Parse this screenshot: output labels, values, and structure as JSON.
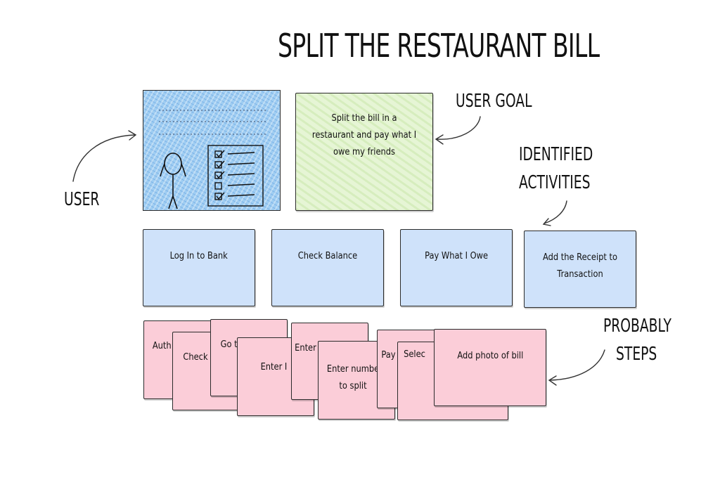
{
  "title": "Split The Restaurant Bill",
  "labels": {
    "user": "User",
    "user_goal": "User Goal",
    "identified_activities_line1": "Identified",
    "identified_activities_line2": "Activities",
    "probably_steps_line1": "Probably",
    "probably_steps_line2": "Steps"
  },
  "goal": "Split the bill in a restaurant and pay what I owe my friends",
  "activities": [
    "Log In to Bank",
    "Check Balance",
    "Pay What I Owe",
    "Add the Receipt to Transaction"
  ],
  "steps": [
    "Auth",
    "Check",
    "Go t",
    "Enter I",
    "Enter",
    "Enter numbe to split",
    "Pay",
    "Selec",
    "Add photo of bill"
  ],
  "colors": {
    "activity": "#cfe2fa",
    "goal": "#e6f5d5",
    "user_card": "#9fcdf2",
    "step": "#fbcdd8"
  }
}
